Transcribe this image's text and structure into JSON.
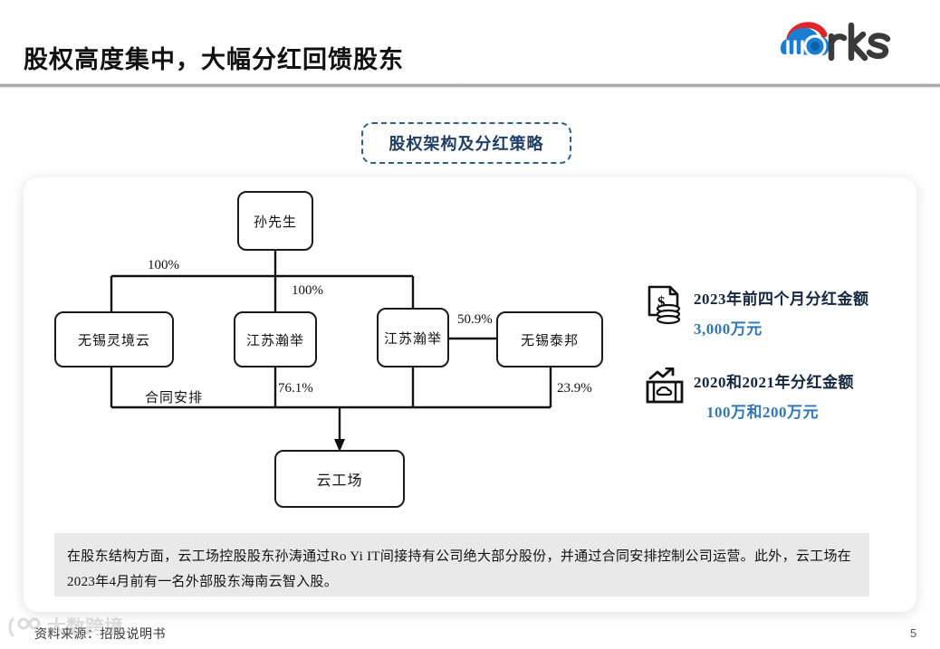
{
  "header": {
    "title": "股权高度集中，大幅分红回馈股东",
    "logo_text": "works",
    "logo_red": "#e0262b",
    "logo_blue": "#1a7fd4",
    "logo_dark": "#3a3a3a"
  },
  "section": {
    "chip_label": "股权架构及分红策略",
    "chip_color": "#1f3f66"
  },
  "org_chart": {
    "nodes": {
      "root": "孙先生",
      "n1": "无锡灵境云",
      "n2": "江苏瀚举",
      "n3": "江苏瀚举",
      "n4": "无锡泰邦",
      "leaf": "云工场"
    },
    "edge_labels": {
      "root_to_n1": "100%",
      "root_to_n3": "100%",
      "n3_to_n4": "50.9%",
      "n2_to_leaf": "76.1%",
      "n4_to_leaf": "23.9%",
      "n1_to_leaf": "合同安排"
    }
  },
  "annotations": [
    {
      "icon": "invoice-coins-icon",
      "title": "2023年前四个月分红金额",
      "value": "3,000万元"
    },
    {
      "icon": "banknote-trend-icon",
      "title": "2020和2021年分红金额",
      "value": "100万和200万元"
    }
  ],
  "note": {
    "text": "在股东结构方面，云工场控股股东孙涛通过Ro Yi IT间接持有公司绝大部分股份，并通过合同安排控制公司运营。此外，云工场在2023年4月前有一名外部股东海南云智入股。"
  },
  "footer": {
    "source": "资料来源：招股说明书",
    "page_number": "5",
    "watermark": "大数跨境"
  }
}
